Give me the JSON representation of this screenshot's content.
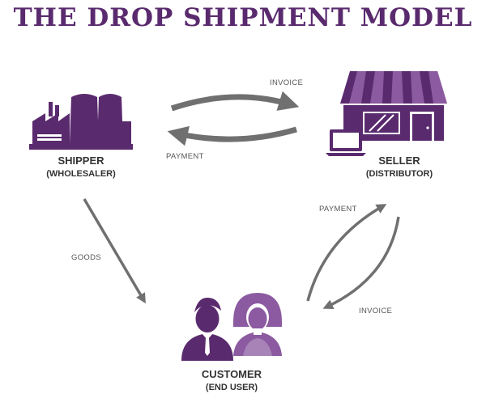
{
  "title": "THE DROP SHIPMENT MODEL",
  "colors": {
    "brand": "#5a2a6e",
    "person_light": "#8b5aa0",
    "arrow": "#707070"
  },
  "nodes": {
    "shipper": {
      "name": "SHIPPER",
      "role": "(WHOLESALER)",
      "icon": "factory-icon"
    },
    "seller": {
      "name": "SELLER",
      "role": "(DISTRIBUTOR)",
      "icon": "storefront-icon"
    },
    "customer": {
      "name": "CUSTOMER",
      "role": "(END USER)",
      "icon": "customers-icon"
    }
  },
  "flows": {
    "shipper_to_seller": "INVOICE",
    "seller_to_shipper": "PAYMENT",
    "shipper_to_customer": "GOODS",
    "customer_to_seller": "PAYMENT",
    "seller_to_customer": "INVOICE"
  }
}
